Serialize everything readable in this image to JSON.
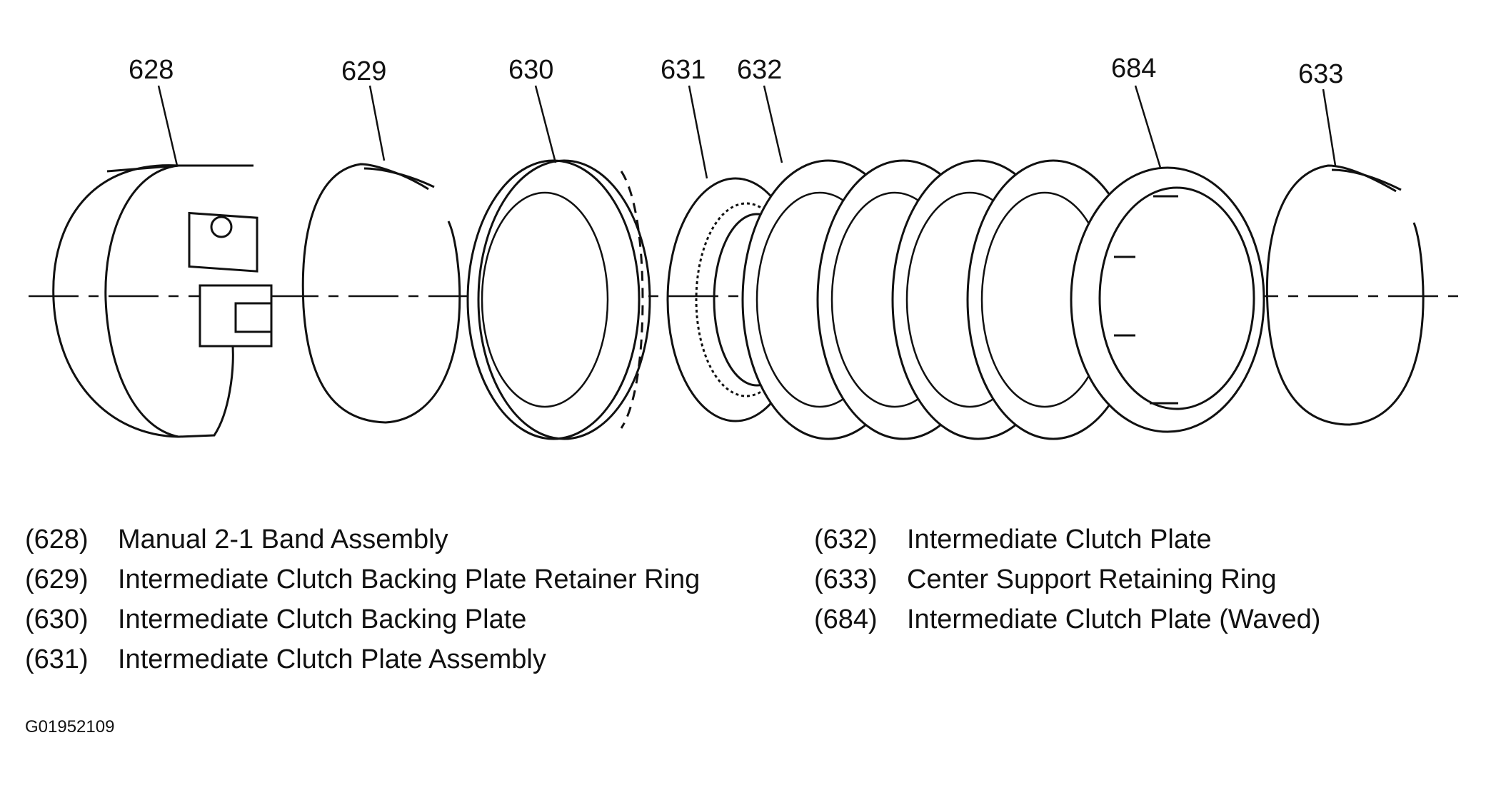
{
  "callouts": {
    "c628": "628",
    "c629": "629",
    "c630": "630",
    "c631": "631",
    "c632": "632",
    "c684": "684",
    "c633": "633"
  },
  "legend_left": [
    {
      "num": "(628)",
      "desc": "Manual 2-1 Band Assembly"
    },
    {
      "num": "(629)",
      "desc": "Intermediate Clutch Backing Plate Retainer Ring"
    },
    {
      "num": "(630)",
      "desc": "Intermediate Clutch Backing Plate"
    },
    {
      "num": "(631)",
      "desc": "Intermediate Clutch Plate Assembly"
    }
  ],
  "legend_right": [
    {
      "num": "(632)",
      "desc": "Intermediate Clutch Plate"
    },
    {
      "num": "(633)",
      "desc": "Center Support Retaining Ring"
    },
    {
      "num": "(684)",
      "desc": "Intermediate Clutch Plate (Waved)"
    }
  ],
  "figure_id": "G01952109"
}
